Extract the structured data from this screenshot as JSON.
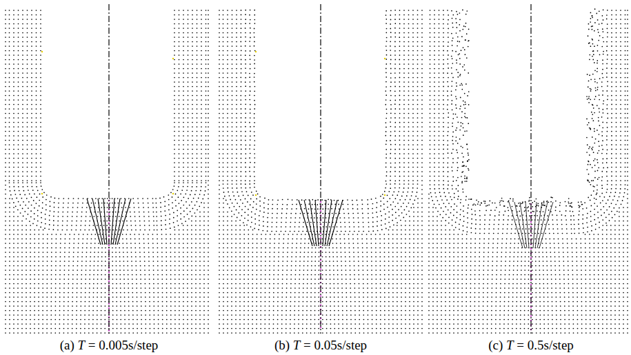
{
  "diagram": {
    "labels": [
      "(a) T = 0.005s/step",
      "(b) T = 0.05s/step",
      "(c) T = 0.5s/step"
    ]
  }
}
